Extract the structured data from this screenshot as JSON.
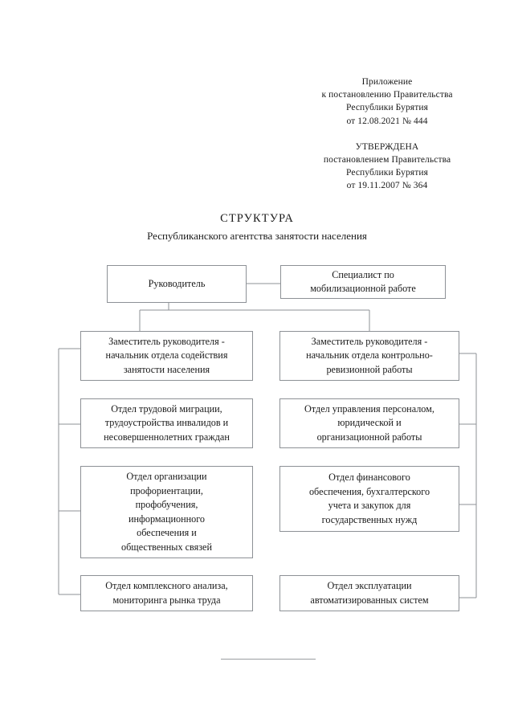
{
  "document": {
    "header": {
      "group1": [
        "Приложение",
        "к постановлению Правительства",
        "Республики Бурятия",
        "от 12.08.2021 № 444"
      ],
      "group2": [
        "УТВЕРЖДЕНА",
        "постановлением Правительства",
        "Республики Бурятия",
        "от 19.11.2007 № 364"
      ]
    },
    "title": {
      "main": "СТРУКТУРА",
      "subtitle": "Республиканского агентства занятости населения"
    },
    "chart": {
      "type": "org-chart",
      "line_color": "#8d9196",
      "nodes": [
        {
          "id": "head",
          "label": "Руководитель",
          "column": "left",
          "level": 0
        },
        {
          "id": "mobilization-specialist",
          "label": "Специалист по\nмобилизационной работе",
          "column": "right",
          "level": 0
        },
        {
          "id": "deputy-employment",
          "label": "Заместитель руководителя -\nначальник отдела содействия\nзанятости населения",
          "column": "left",
          "level": 1
        },
        {
          "id": "deputy-audit",
          "label": "Заместитель руководителя -\nначальник отдела контрольно-\nревизионной работы",
          "column": "right",
          "level": 1
        },
        {
          "id": "labor-migration",
          "label": "Отдел трудовой миграции,\nтрудоустройства инвалидов и\nнесовершеннолетних граждан",
          "column": "left",
          "level": 2
        },
        {
          "id": "hr-legal",
          "label": "Отдел управления персоналом,\nюридической и\nорганизационной работы",
          "column": "right",
          "level": 2
        },
        {
          "id": "career-guidance",
          "label": "Отдел организации\nпрофориентации,\nпрофобучения,\nинформационного\nобеспечения и\nобщественных связей",
          "column": "left",
          "level": 3
        },
        {
          "id": "finance-accounting",
          "label": "Отдел финансового\nобеспечения, бухгалтерского\nучета и закупок для\nгосударственных нужд",
          "column": "right",
          "level": 3
        },
        {
          "id": "analysis-monitoring",
          "label": "Отдел комплексного анализа,\nмониторинга рынка труда",
          "column": "left",
          "level": 4
        },
        {
          "id": "automated-systems",
          "label": "Отдел эксплуатации\nавтоматизированных систем",
          "column": "right",
          "level": 4
        }
      ],
      "edges": [
        {
          "from": "head",
          "to": "mobilization-specialist"
        },
        {
          "from": "head",
          "to": "deputy-employment"
        },
        {
          "from": "head",
          "to": "deputy-audit"
        },
        {
          "from": "deputy-employment",
          "to": "labor-migration"
        },
        {
          "from": "deputy-employment",
          "to": "career-guidance"
        },
        {
          "from": "deputy-employment",
          "to": "analysis-monitoring"
        },
        {
          "from": "deputy-audit",
          "to": "hr-legal"
        },
        {
          "from": "deputy-audit",
          "to": "finance-accounting"
        },
        {
          "from": "deputy-audit",
          "to": "automated-systems"
        }
      ]
    }
  }
}
